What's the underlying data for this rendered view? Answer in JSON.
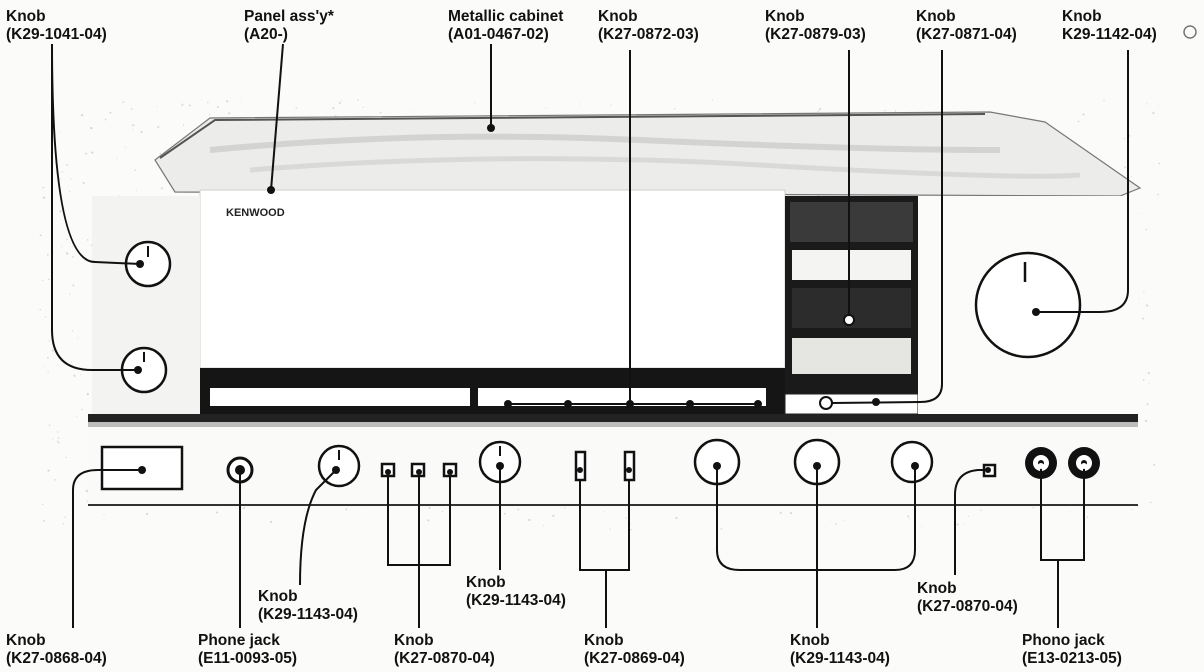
{
  "brand": "KENWOOD",
  "callouts": {
    "knob_left_upper": {
      "name": "Knob",
      "part": "(K29-1041-04)"
    },
    "panel": {
      "name": "Panel ass'y*",
      "part": "(A20-)"
    },
    "cabinet": {
      "name": "Metallic cabinet",
      "part": "(A01-0467-02)"
    },
    "knob_row_sliders": {
      "name": "Knob",
      "part": "(K27-0872-03)"
    },
    "knob_tuning_window": {
      "name": "Knob",
      "part": "(K27-0879-03)"
    },
    "knob_small_right": {
      "name": "Knob",
      "part": "(K27-0871-04)"
    },
    "knob_big_tuning": {
      "name": "Knob",
      "part": "K29-1142-04)"
    },
    "knob_power": {
      "name": "Knob",
      "part": "(K27-0868-04)"
    },
    "phone_jack": {
      "name": "Phone jack",
      "part": "(E11-0093-05)"
    },
    "knob_volume1": {
      "name": "Knob",
      "part": "(K29-1143-04)"
    },
    "knob_buttons3": {
      "name": "Knob",
      "part": "(K27-0870-04)"
    },
    "knob_volume2": {
      "name": "Knob",
      "part": "(K29-1143-04)"
    },
    "knob_buttons2": {
      "name": "Knob",
      "part": "(K27-0869-04)"
    },
    "knob_volume3": {
      "name": "Knob",
      "part": "(K29-1143-04)"
    },
    "knob_button_right": {
      "name": "Knob",
      "part": "(K27-0870-04)"
    },
    "phono_jack": {
      "name": "Phono jack",
      "part": "(E13-0213-05)"
    }
  }
}
